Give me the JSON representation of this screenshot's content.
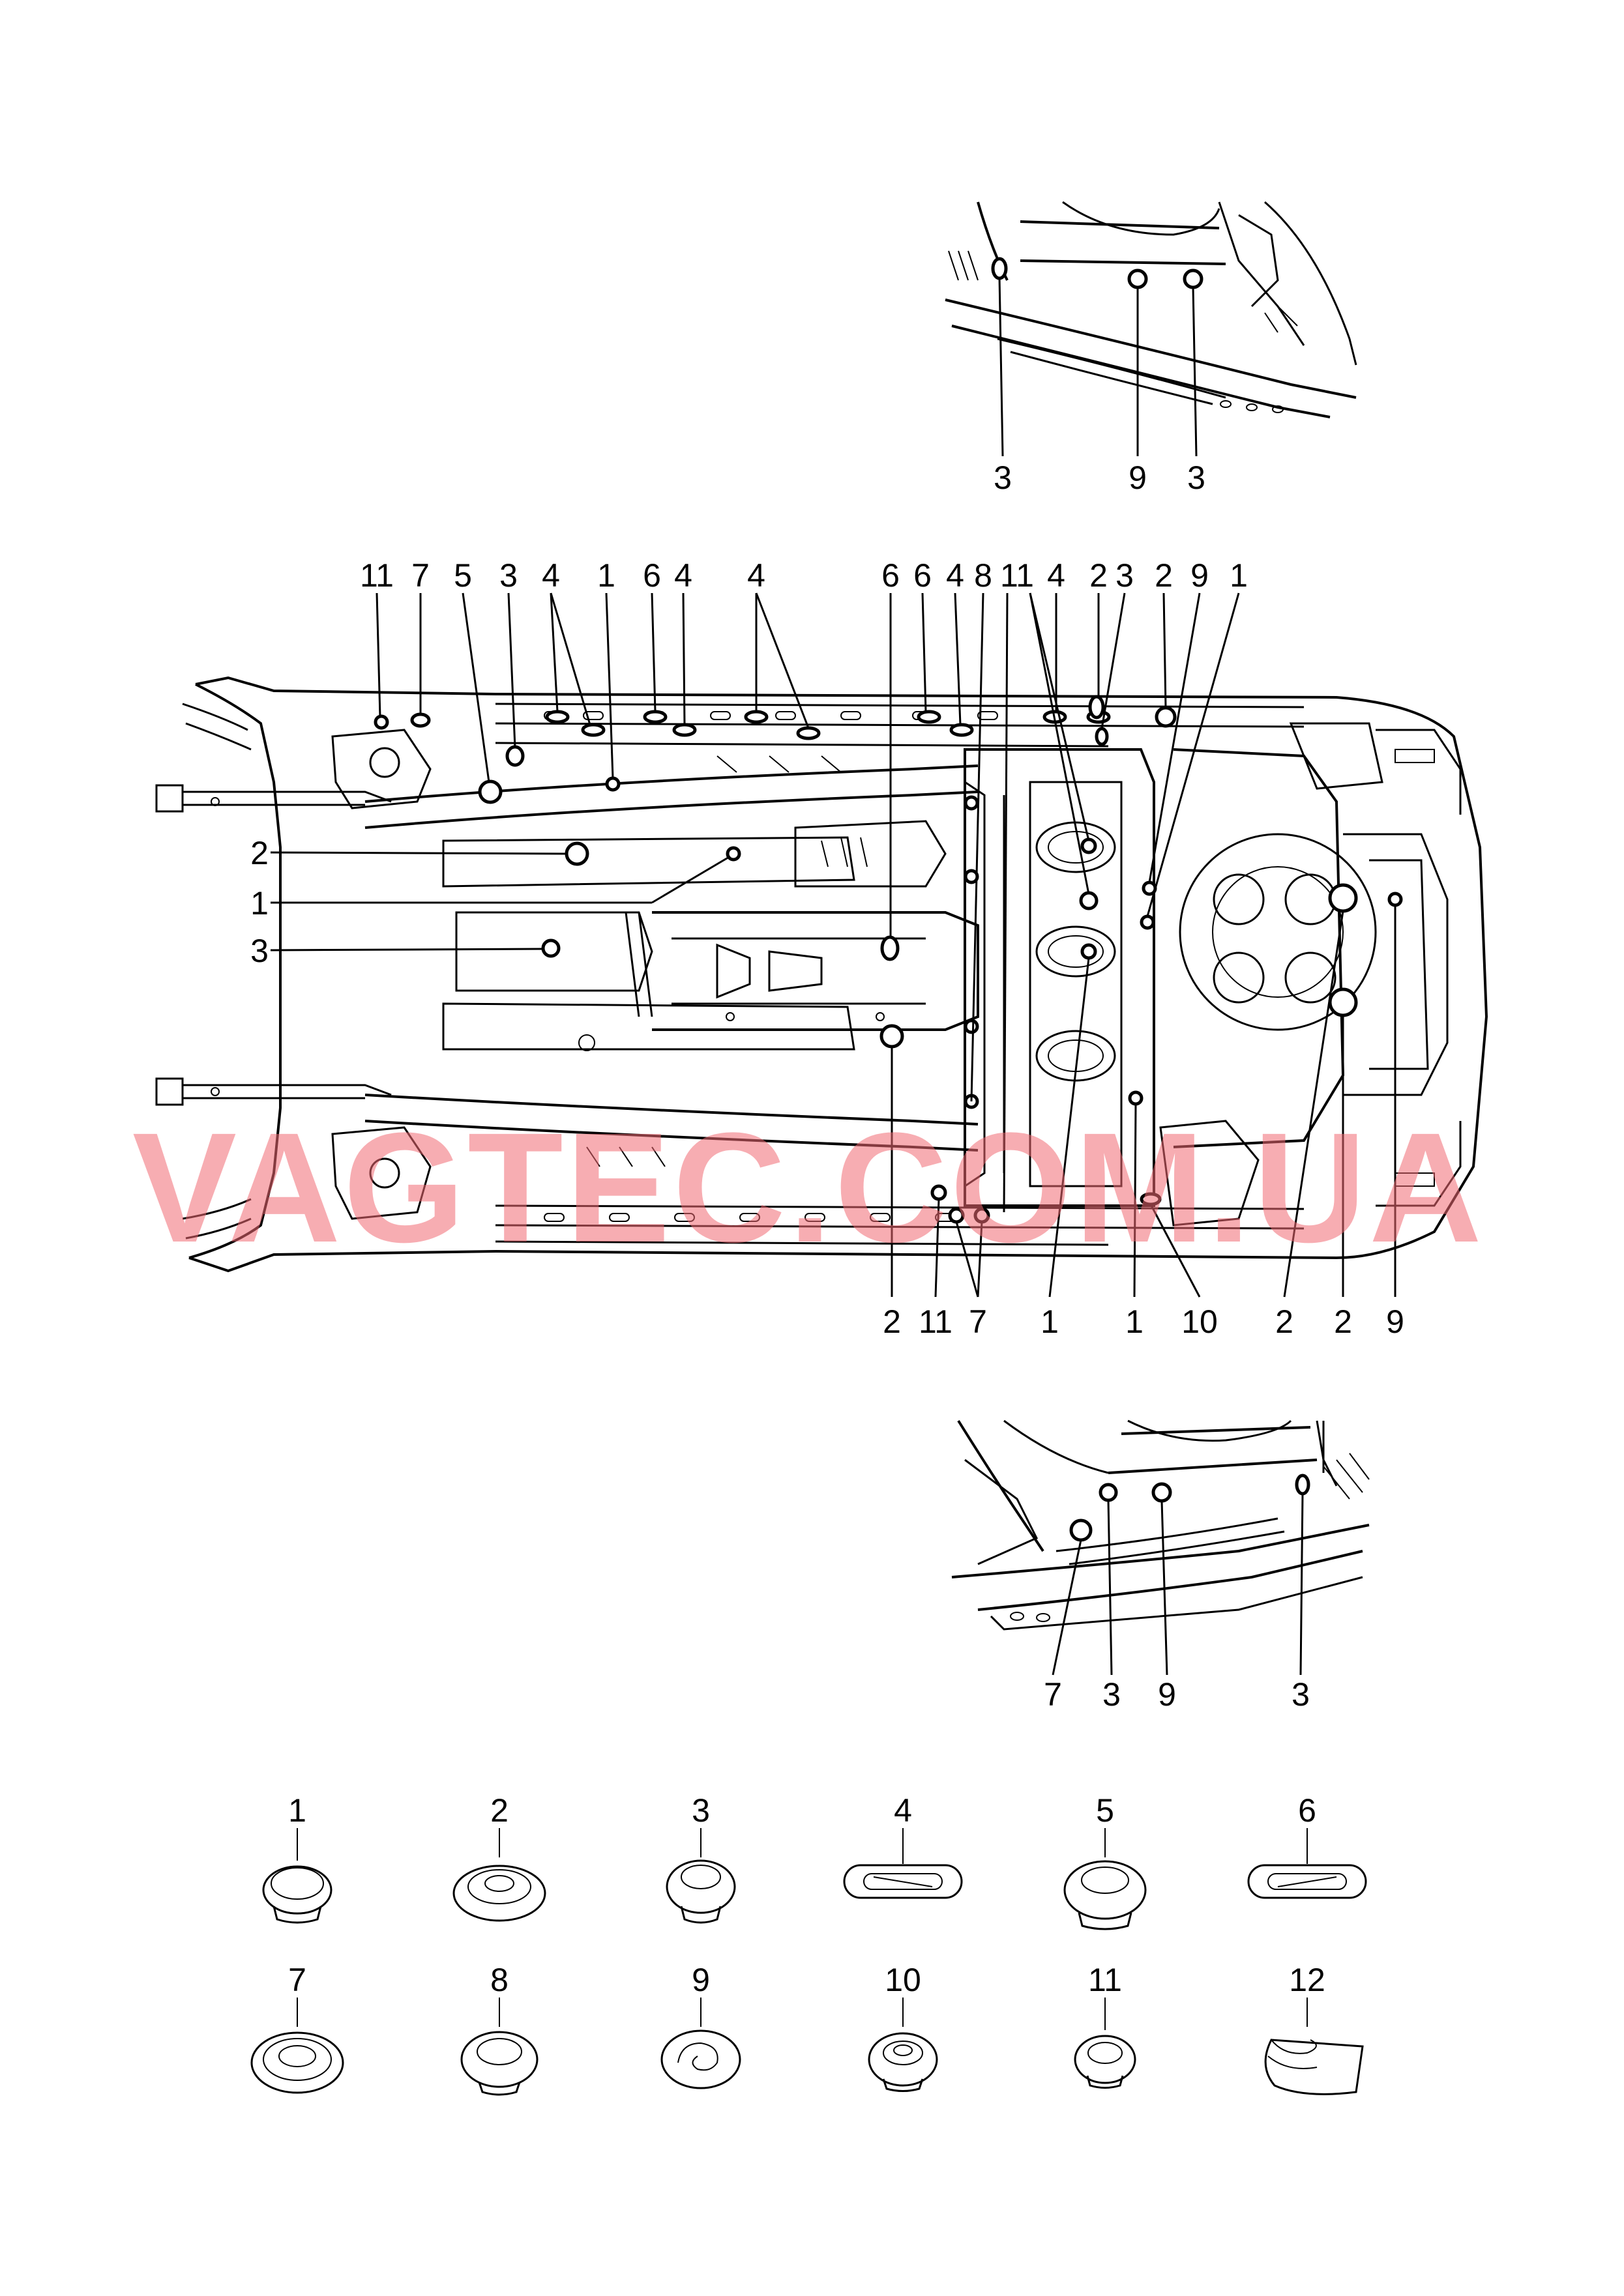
{
  "watermark": "VAGTEC.COM.UA",
  "detail_top": {
    "callouts": [
      "3",
      "9",
      "3"
    ]
  },
  "main_view": {
    "top_callouts": [
      "11",
      "7",
      "5",
      "3",
      "4",
      "1",
      "6",
      "4",
      "4",
      "6",
      "6",
      "4",
      "8",
      "11",
      "4",
      "2",
      "3",
      "2",
      "9",
      "1"
    ],
    "left_callouts": [
      "2",
      "1",
      "3"
    ],
    "bottom_callouts": [
      "2",
      "11",
      "7",
      "1",
      "1",
      "10",
      "2",
      "2",
      "9"
    ]
  },
  "detail_bottom": {
    "callouts": [
      "7",
      "3",
      "9",
      "3"
    ]
  },
  "parts_legend": {
    "items": [
      {
        "number": "1",
        "shape": "round-plug-small"
      },
      {
        "number": "2",
        "shape": "round-plug-large"
      },
      {
        "number": "3",
        "shape": "round-plug-domed"
      },
      {
        "number": "4",
        "shape": "oval-plug"
      },
      {
        "number": "5",
        "shape": "round-plug-deep"
      },
      {
        "number": "6",
        "shape": "oval-plug"
      },
      {
        "number": "7",
        "shape": "round-plug-flat"
      },
      {
        "number": "8",
        "shape": "round-plug-stepped"
      },
      {
        "number": "9",
        "shape": "round-plug-spiral"
      },
      {
        "number": "10",
        "shape": "round-plug-cone"
      },
      {
        "number": "11",
        "shape": "round-plug-cone-small"
      },
      {
        "number": "12",
        "shape": "tape-roll"
      }
    ]
  }
}
